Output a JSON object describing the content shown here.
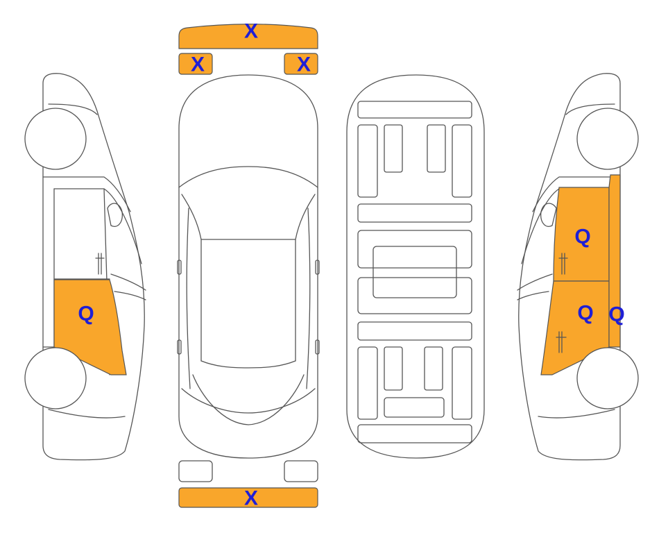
{
  "colors": {
    "damage_fill": "#f9a62b",
    "label_color": "#1f1fd6",
    "outline": "#555555"
  },
  "markers": {
    "front_bumper": "X",
    "front_left_lamp": "X",
    "front_right_lamp": "X",
    "rear_bumper": "X",
    "left_rear_door": "Q",
    "right_front_door": "Q",
    "right_rear_door": "Q",
    "right_pillar": "Q"
  }
}
